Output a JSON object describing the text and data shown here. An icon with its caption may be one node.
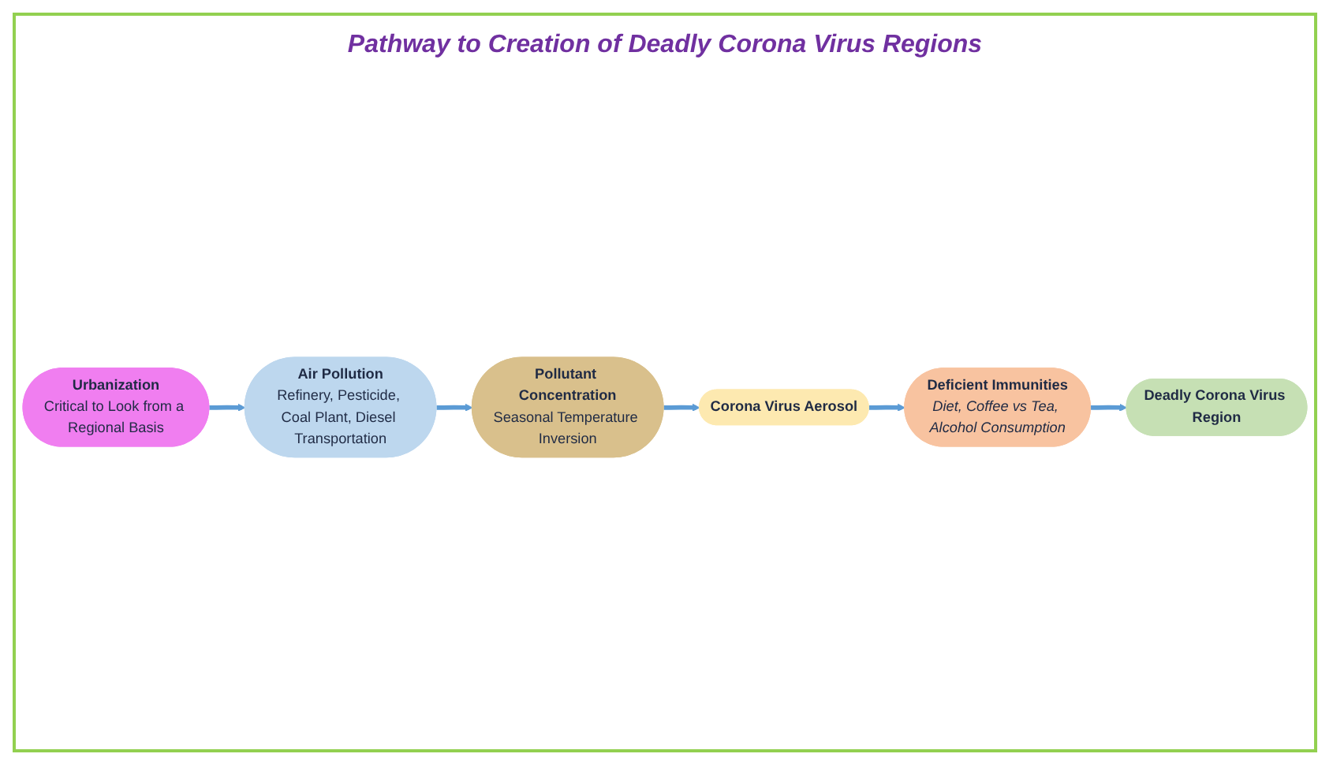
{
  "diagram": {
    "title": "Pathway to Creation of Deadly Corona Virus Regions",
    "nodes": [
      {
        "text": [
          "Urbanization",
          "Critical to Look from a Regional Basis"
        ]
      },
      {
        "text": [
          "Air Pollution",
          "Refinery, Pesticide, Coal Plant, Diesel Transportation"
        ]
      },
      {
        "text": [
          "Pollutant Concentration",
          "Seasonal Temperature Inversion"
        ]
      },
      {
        "text": [
          "Corona Virus Aerosol"
        ]
      },
      {
        "text": [
          "Deficient Immunities",
          "Diet, Coffee vs Tea, Alcohol Consumption"
        ]
      },
      {
        "text": [
          "Deadly Corona Virus Region"
        ]
      }
    ],
    "edges": [
      {
        "from": 0,
        "to": 1,
        "arrow": "to"
      },
      {
        "from": 1,
        "to": 2,
        "arrow": "to"
      },
      {
        "from": 2,
        "to": 3,
        "arrow": "to"
      },
      {
        "from": 3,
        "to": 4,
        "arrow": "to"
      },
      {
        "from": 4,
        "to": 5,
        "arrow": "to"
      }
    ]
  }
}
